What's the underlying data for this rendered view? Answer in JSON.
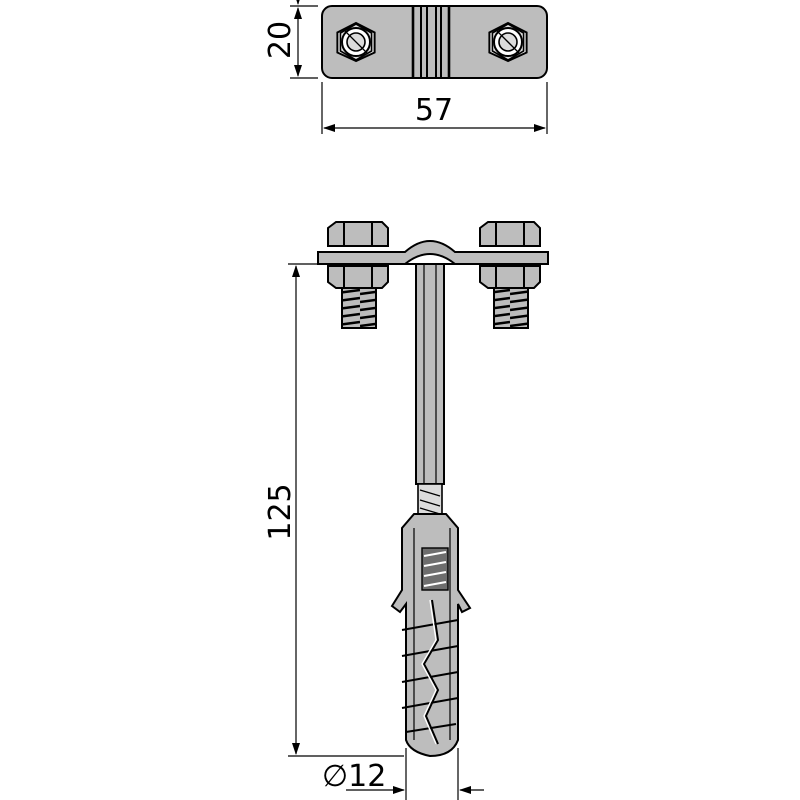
{
  "dimensions": {
    "height": "20",
    "width": "57",
    "length": "125",
    "diameter_symbol": "∅",
    "diameter": "12"
  }
}
